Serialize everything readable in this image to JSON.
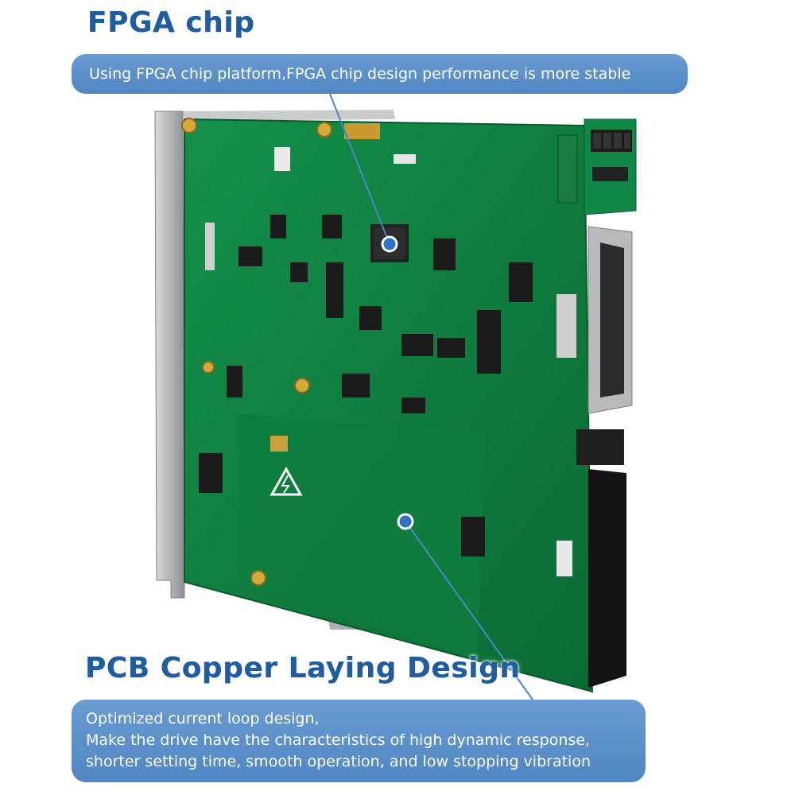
{
  "callouts": {
    "top": {
      "heading": "FPGA chip",
      "text": "Using FPGA chip platform,FPGA chip design performance is more stable"
    },
    "bottom": {
      "heading": "PCB Copper Laying Design",
      "lines": [
        "Optimized current loop design,",
        "Make the drive have the characteristics of high dynamic response,",
        "shorter setting time, smooth operation, and low stopping vibration"
      ]
    }
  },
  "colors": {
    "heading": "#1f5da0",
    "callout_bg": "#5b8fc9",
    "pcb_green": "#0f7a3c",
    "heatsink": "#b9bcbf",
    "pointer_line": "#4a86c8"
  },
  "icons": [
    "hazard-warning-icon",
    "pointer-dot-icon"
  ]
}
